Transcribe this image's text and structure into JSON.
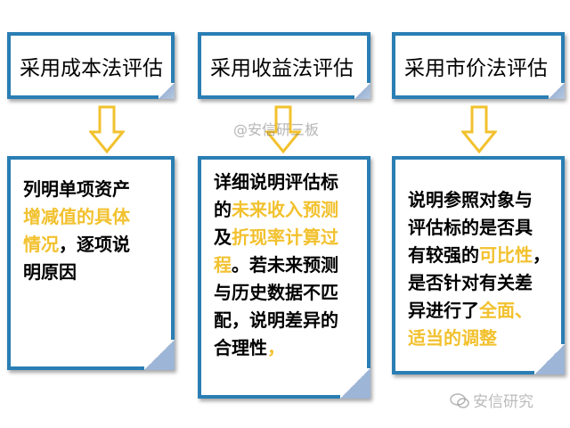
{
  "columns": [
    {
      "header": "采用成本法评估",
      "body": [
        {
          "text": "列明单项资产",
          "hl": false
        },
        {
          "text": "增减值的具体",
          "hl": true
        },
        {
          "text": "情况",
          "hl": true
        },
        {
          "text": "，逐项说",
          "hl": false
        },
        {
          "text": "明原因",
          "hl": false
        }
      ]
    },
    {
      "header": "采用收益法评估",
      "body": [
        {
          "text": "详细说明评估标",
          "hl": false
        },
        {
          "text": "的",
          "hl": false
        },
        {
          "text": "未来收入预测",
          "hl": true
        },
        {
          "text": "及",
          "hl": false
        },
        {
          "text": "折现率计算过",
          "hl": true
        },
        {
          "text": "程",
          "hl": true
        },
        {
          "text": "。若未来预测",
          "hl": false
        },
        {
          "text": "与历史数据不匹",
          "hl": false
        },
        {
          "text": "配，说明差异的",
          "hl": false
        },
        {
          "text": "合理性",
          "hl": false
        },
        {
          "text": "，",
          "hl": true
        }
      ]
    },
    {
      "header": "采用市价法评估",
      "body": [
        {
          "text": "说明参照对象与",
          "hl": false
        },
        {
          "text": "评估标的是否具",
          "hl": false
        },
        {
          "text": "有较强的",
          "hl": false
        },
        {
          "text": "可比性",
          "hl": true
        },
        {
          "text": "，",
          "hl": false
        },
        {
          "text": "是否针对有关差",
          "hl": false
        },
        {
          "text": "异进行了",
          "hl": false
        },
        {
          "text": "全面、",
          "hl": true
        },
        {
          "text": "适当的调整",
          "hl": true
        }
      ]
    }
  ],
  "watermark_top": "@安信研三板",
  "watermark_bottom": "安信研究",
  "colors": {
    "border": "#2a7eb4",
    "arrow": "#f2c12e",
    "highlight": "#f2c12e"
  }
}
